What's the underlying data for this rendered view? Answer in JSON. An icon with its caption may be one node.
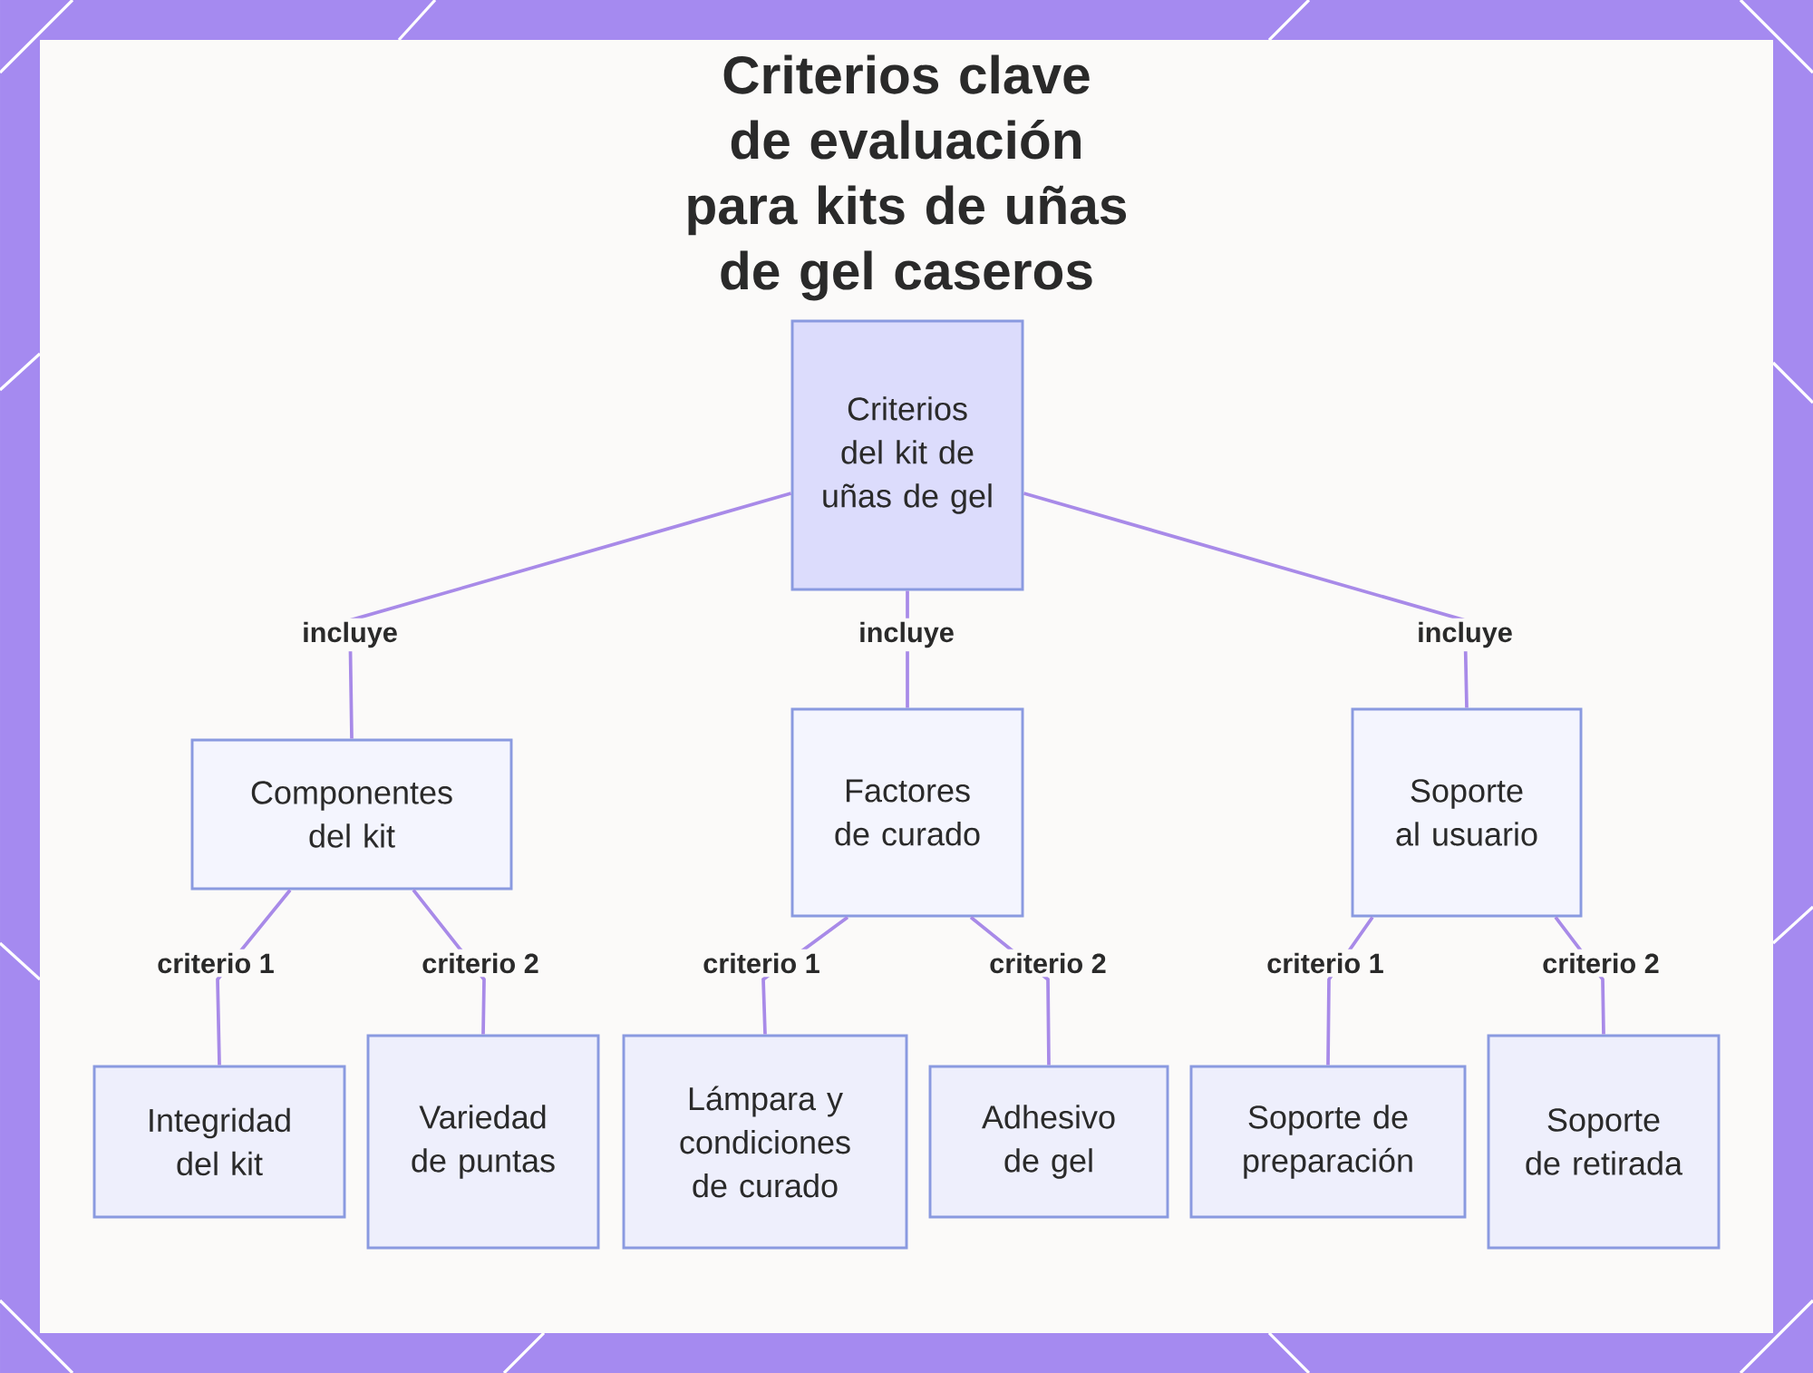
{
  "diagram": {
    "title": "Criterios clave de evaluación para kits de uñas de gel caseros",
    "nodes": [
      {
        "text": [
          "Criterios del kit de uñas de gel"
        ]
      },
      {
        "text": [
          "Componentes del kit"
        ]
      },
      {
        "text": [
          "Factores de curado"
        ]
      },
      {
        "text": [
          "Soporte al usuario"
        ]
      },
      {
        "text": [
          "Integridad del kit"
        ]
      },
      {
        "text": [
          "Variedad de puntas"
        ]
      },
      {
        "text": [
          "Lámpara y condiciones de curado"
        ]
      },
      {
        "text": [
          "Adhesivo de gel"
        ]
      },
      {
        "text": [
          "Soporte de preparación"
        ]
      },
      {
        "text": [
          "Soporte de retirada"
        ]
      }
    ],
    "edges": [
      {
        "from": 0,
        "to": 1,
        "arrow": "none",
        "label": "incluye"
      },
      {
        "from": 0,
        "to": 2,
        "arrow": "none",
        "label": "incluye"
      },
      {
        "from": 0,
        "to": 3,
        "arrow": "none",
        "label": "incluye"
      },
      {
        "from": 1,
        "to": 4,
        "arrow": "none",
        "label": "criterio 1"
      },
      {
        "from": 1,
        "to": 5,
        "arrow": "none",
        "label": "criterio 2"
      },
      {
        "from": 2,
        "to": 6,
        "arrow": "none",
        "label": "criterio 1"
      },
      {
        "from": 2,
        "to": 7,
        "arrow": "none",
        "label": "criterio 2"
      },
      {
        "from": 3,
        "to": 8,
        "arrow": "none",
        "label": "criterio 1"
      },
      {
        "from": 3,
        "to": 9,
        "arrow": "none",
        "label": "criterio 2"
      }
    ]
  }
}
